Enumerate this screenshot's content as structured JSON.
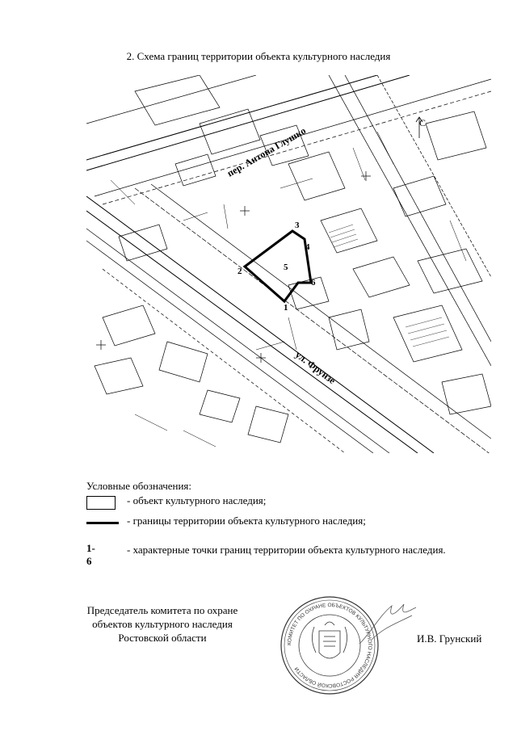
{
  "title": "2. Схема границ территории объекта культурного наследия",
  "map": {
    "street_labels": [
      "пер. Антона Глушко",
      "ул. Фрунзе"
    ],
    "point_labels": [
      "1",
      "2",
      "3",
      "4",
      "5",
      "6"
    ],
    "north_label": "С"
  },
  "legend": {
    "heading": "Условные обозначения:",
    "items": [
      {
        "symbol": "",
        "text": "- объект культурного наследия;"
      },
      {
        "symbol": "",
        "text": "- границы территории объекта культурного наследия;"
      },
      {
        "symbol": "1-6",
        "text": "- характерные точки границ территории объекта культурного наследия."
      }
    ]
  },
  "signature": {
    "position": "Председатель комитета по охране объектов культурного наследия Ростовской области",
    "name": "И.В. Грунский",
    "seal_text": "КОМИТЕТ ПО ОХРАНЕ ОБЪЕКТОВ КУЛЬТУРНОГО НАСЛЕДИЯ РОСТОВСКОЙ ОБЛАСТИ"
  }
}
